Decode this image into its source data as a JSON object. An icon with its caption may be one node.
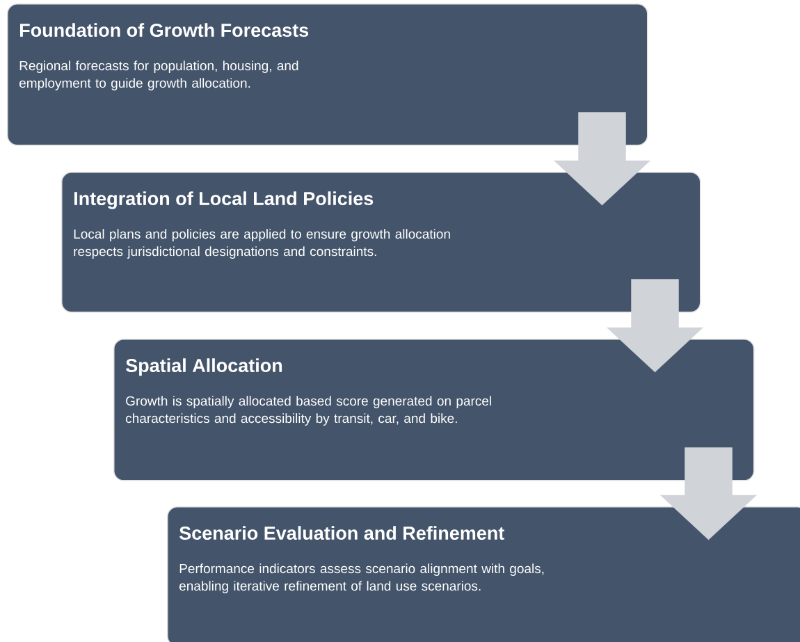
{
  "diagram": {
    "nodes": [
      {
        "text": [
          "Foundation of Growth Forecasts",
          "Regional forecasts for population, housing, and employment to guide growth allocation."
        ]
      },
      {
        "text": [
          "Integration of Local Land Policies",
          "Local plans and policies are applied to ensure growth allocation respects jurisdictional designations and constraints."
        ]
      },
      {
        "text": [
          "Spatial Allocation",
          "Growth is spatially allocated based score generated on parcel characteristics and accessibility by transit, car, and bike."
        ]
      },
      {
        "text": [
          "Scenario Evaluation and Refinement",
          "Performance indicators assess scenario alignment with goals, enabling iterative refinement of land use scenarios."
        ]
      }
    ],
    "edges": [
      {
        "from": 0,
        "to": 1,
        "arrow": "to"
      },
      {
        "from": 1,
        "to": 2,
        "arrow": "to"
      },
      {
        "from": 2,
        "to": 3,
        "arrow": "to"
      }
    ]
  }
}
